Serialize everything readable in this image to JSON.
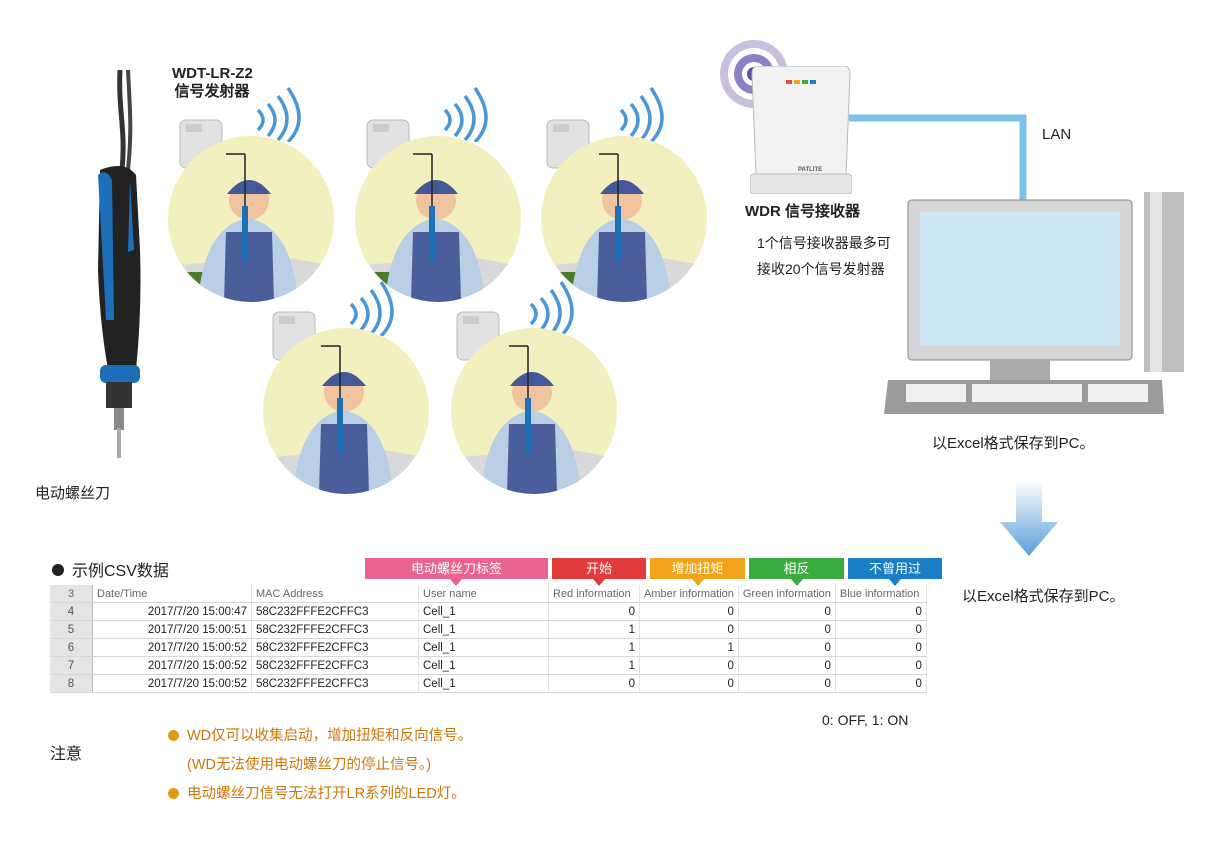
{
  "transmitter_label_line1": "WDT-LR-Z2",
  "transmitter_label_line2": "信号发射器",
  "screwdriver_label": "电动螺丝刀",
  "receiver_label": "WDR 信号接收器",
  "receiver_note_line1": "1个信号接收器最多可",
  "receiver_note_line2": "接收20个信号发射器",
  "lan_label": "LAN",
  "pc_save_label": "以Excel格式保存到PC。",
  "pc_save_label_2": "以Excel格式保存到PC。",
  "receiver_brand": "PATLITE",
  "csv_title": "示例CSV数据",
  "tags": [
    {
      "label": "电动螺丝刀标签",
      "color": "#e8638f"
    },
    {
      "label": "开始",
      "color": "#e23b3b"
    },
    {
      "label": "增加扭矩",
      "color": "#f1a31b"
    },
    {
      "label": "相反",
      "color": "#3aab3f"
    },
    {
      "label": "不曾用过",
      "color": "#1a7ec6"
    }
  ],
  "table": {
    "header": {
      "row": "3",
      "cols": [
        "Date/Time",
        "MAC Address",
        "User name",
        "Red information",
        "Amber information",
        "Green information",
        "Blue information"
      ]
    },
    "rows": [
      {
        "row": "4",
        "cells": [
          "2017/7/20 15:00:47",
          "58C232FFFE2CFFC3",
          "Cell_1",
          "0",
          "0",
          "0",
          "0"
        ]
      },
      {
        "row": "5",
        "cells": [
          "2017/7/20 15:00:51",
          "58C232FFFE2CFFC3",
          "Cell_1",
          "1",
          "0",
          "0",
          "0"
        ]
      },
      {
        "row": "6",
        "cells": [
          "2017/7/20 15:00:52",
          "58C232FFFE2CFFC3",
          "Cell_1",
          "1",
          "1",
          "0",
          "0"
        ]
      },
      {
        "row": "7",
        "cells": [
          "2017/7/20 15:00:52",
          "58C232FFFE2CFFC3",
          "Cell_1",
          "1",
          "0",
          "0",
          "0"
        ]
      },
      {
        "row": "8",
        "cells": [
          "2017/7/20 15:00:52",
          "58C232FFFE2CFFC3",
          "Cell_1",
          "0",
          "0",
          "0",
          "0"
        ]
      }
    ]
  },
  "legend_onoff": "0: OFF, 1: ON",
  "notes_title": "注意",
  "notes": {
    "line1": "WD仅可以收集启动，增加扭矩和反向信号。",
    "line2": "(WD无法使用电动螺丝刀的停止信号。)",
    "line3": "电动螺丝刀信号无法打开LR系列的LED灯。"
  },
  "colors": {
    "lan_cable": "#7cc3ea",
    "arrow": "#5b9fd8",
    "note_text": "#c8780c",
    "circle_bg": "#f3efbf",
    "wave": "#4a97d6"
  }
}
